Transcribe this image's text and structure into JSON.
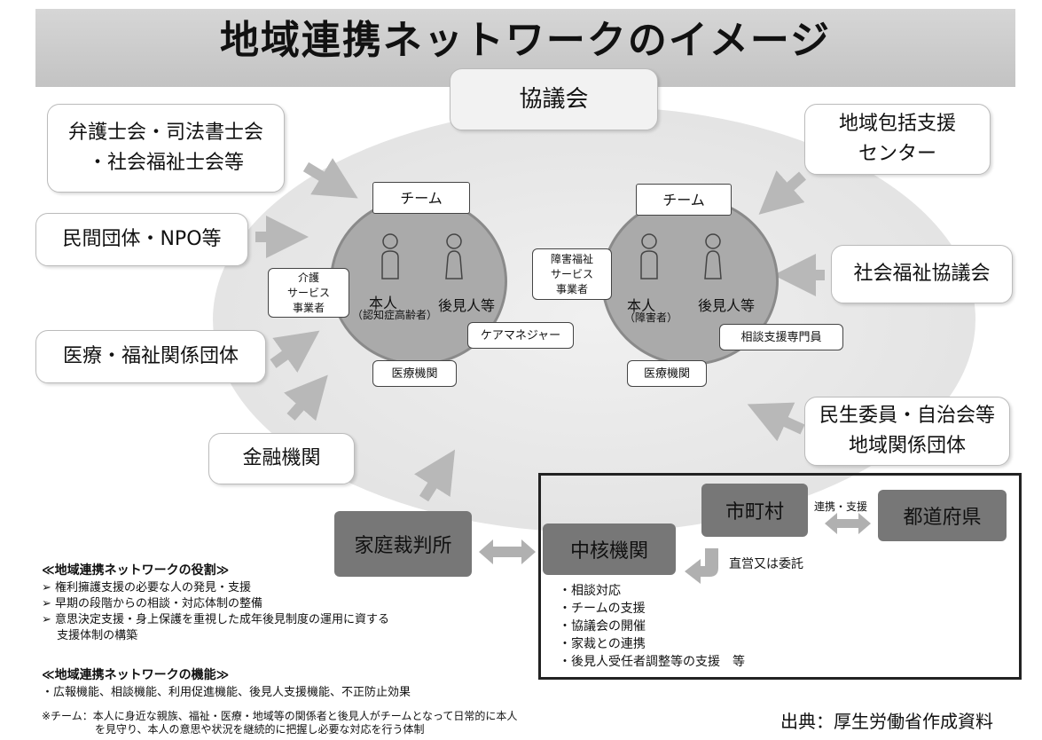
{
  "title": "地域連携ネットワークのイメージ",
  "council": "協議会",
  "outer_boxes": {
    "lawyers": "弁護士会・司法書士会\n・社会福祉士会等",
    "private": "民間団体・NPO等",
    "medical_welfare": "医療・福祉関係団体",
    "finance": "金融機関",
    "community_center": "地域包括支援\nセンター",
    "social_welfare_council": "社会福祉協議会",
    "welfare_commissioners": "民生委員・自治会等\n地域関係団体"
  },
  "team_left": {
    "team_label": "チーム",
    "care_provider": "介護\nサービス\n事業者",
    "person": "本人",
    "person_note": "（認知症高齢者）",
    "guardian": "後見人等",
    "care_manager": "ケアマネジャー",
    "medical": "医療機関"
  },
  "team_right": {
    "team_label": "チーム",
    "disability_provider": "障害福祉\nサービス\n事業者",
    "person": "本人",
    "person_note": "（障害者）",
    "guardian": "後見人等",
    "consultant": "相談支援専門員",
    "medical": "医療機関"
  },
  "family_court": "家庭裁判所",
  "core_agency": "中核機関",
  "municipality": "市町村",
  "prefecture": "都道府県",
  "cooperation_label": "連携・支援",
  "direct_label": "直営又は委託",
  "core_functions": [
    "・相談対応",
    "・チームの支援",
    "・協議会の開催",
    "・家裁との連携",
    "・後見人受任者調整等の支援　等"
  ],
  "roles_heading": "≪地域連携ネットワークの役割≫",
  "roles": [
    "➢ 権利擁護支援の必要な人の発見・支援",
    "➢ 早期の段階からの相談・対応体制の整備",
    "➢ 意思決定支援・身上保護を重視した成年後見制度の運用に資する",
    "　 支援体制の構築"
  ],
  "functions_heading": "≪地域連携ネットワークの機能≫",
  "functions_text": "・広報機能、相談機能、利用促進機能、後見人支援機能、不正防止効果",
  "team_note_1": "※チーム：本人に身近な親族、福祉・医療・地域等の関係者と後見人がチームとなって日常的に本人",
  "team_note_2": "　　　　　を見守り、本人の意思や状況を継続的に把握し必要な対応を行う体制",
  "source": "出典：厚生労働省作成資料",
  "colors": {
    "ellipse": "#e6e6e6",
    "team_circle": "#aaaaaa",
    "dark_box": "#777777",
    "arrow": "#b8b8b8"
  }
}
